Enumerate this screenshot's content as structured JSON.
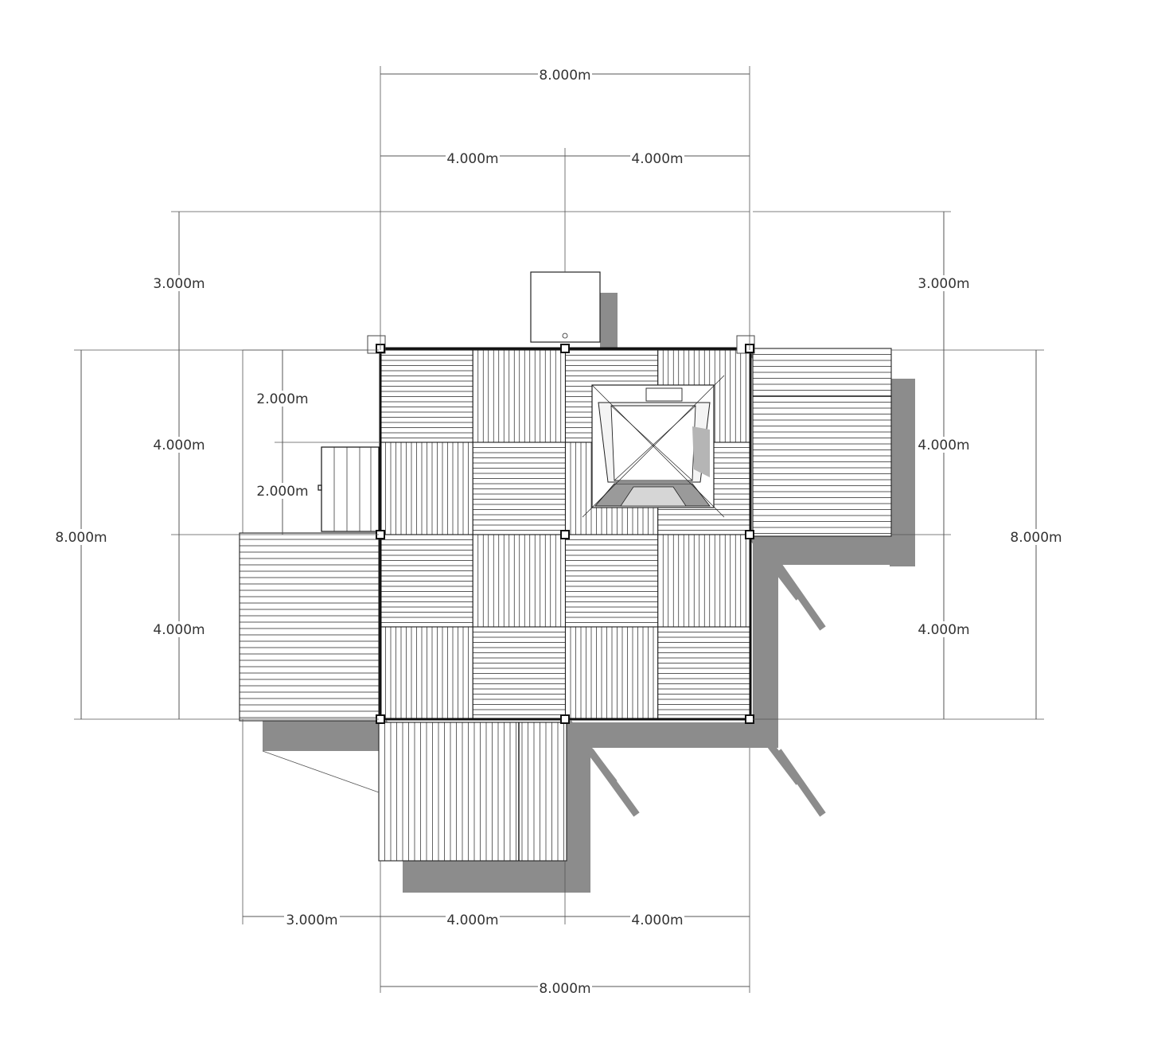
{
  "drawing": {
    "title": "",
    "colors": {
      "line": "#222222",
      "shadow": "#8c8c8c",
      "background": "#ffffff",
      "dimension": "#555555"
    }
  },
  "dimensions": {
    "top_overall": "8.000m",
    "top_left_half": "4.000m",
    "top_right_half": "4.000m",
    "left_upper_offset": "3.000m",
    "right_upper_offset": "3.000m",
    "left_overall": "8.000m",
    "right_overall": "8.000m",
    "left_inner_upper": "4.000m",
    "left_inner_lower": "4.000m",
    "right_inner_upper": "4.000m",
    "right_inner_lower": "4.000m",
    "stair_upper": "2.000m",
    "stair_lower": "2.000m",
    "bottom_left_extension": "3.000m",
    "bottom_left_half": "4.000m",
    "bottom_right_half": "4.000m",
    "bottom_overall": "8.000m"
  }
}
